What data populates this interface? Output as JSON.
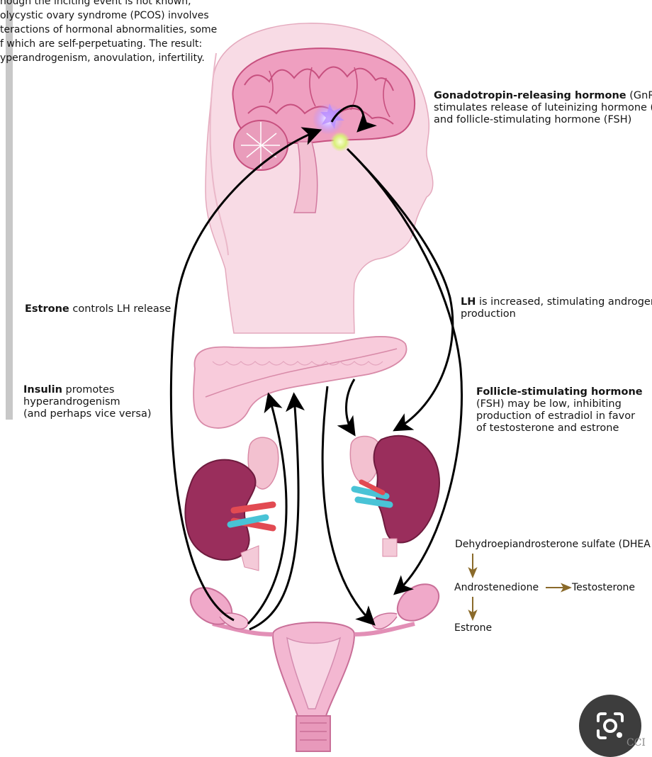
{
  "intro": {
    "line1": "hough the inciting event is not known,",
    "line2": "olycystic ovary syndrome (PCOS) involves",
    "line3": "teractions of hormonal abnormalities, some",
    "line4": "f which are self-perpetuating. The result:",
    "line5": "yperandrogenism, anovulation, infertility."
  },
  "gnrh": {
    "bold": "Gonadotropin-releasing hormone",
    "rest1": " (GnR",
    "line2": "stimulates release of luteinizing hormone (",
    "line3": "and follicle-stimulating hormone (FSH)"
  },
  "lh": {
    "bold": "LH",
    "rest1": " is increased, stimulating androgen",
    "line2": "production"
  },
  "estrone_label": {
    "bold": "Estrone",
    "rest": " controls LH release"
  },
  "insulin": {
    "bold": "Insulin",
    "rest": " promotes",
    "line2": "hyperandrogenism",
    "line3": "(and perhaps vice versa)"
  },
  "fsh": {
    "bold": "Follicle-stimulating hormone",
    "line2": "(FSH) may be low, inhibiting",
    "line3": "production of estradiol in favor",
    "line4": "of testosterone and estrone"
  },
  "pathway": {
    "dheas": "Dehydroepiandrosterone sulfate (DHEA",
    "androstenedione": "Androstenedione",
    "testosterone": "Testosterone",
    "estrone": "Estrone"
  },
  "watermark": "CCI",
  "colors": {
    "skin": "#f6d3df",
    "brain": "#ec8fb4",
    "pancreas": "#f5c5d6",
    "kidney": "#9b2d5a",
    "adrenal": "#f1b6c9",
    "artery": "#e24a52",
    "vein": "#49c3d6",
    "arrow_black": "#000000",
    "arrow_brown": "#8a6a2a"
  },
  "icons": {
    "lens": "google-lens-icon"
  }
}
